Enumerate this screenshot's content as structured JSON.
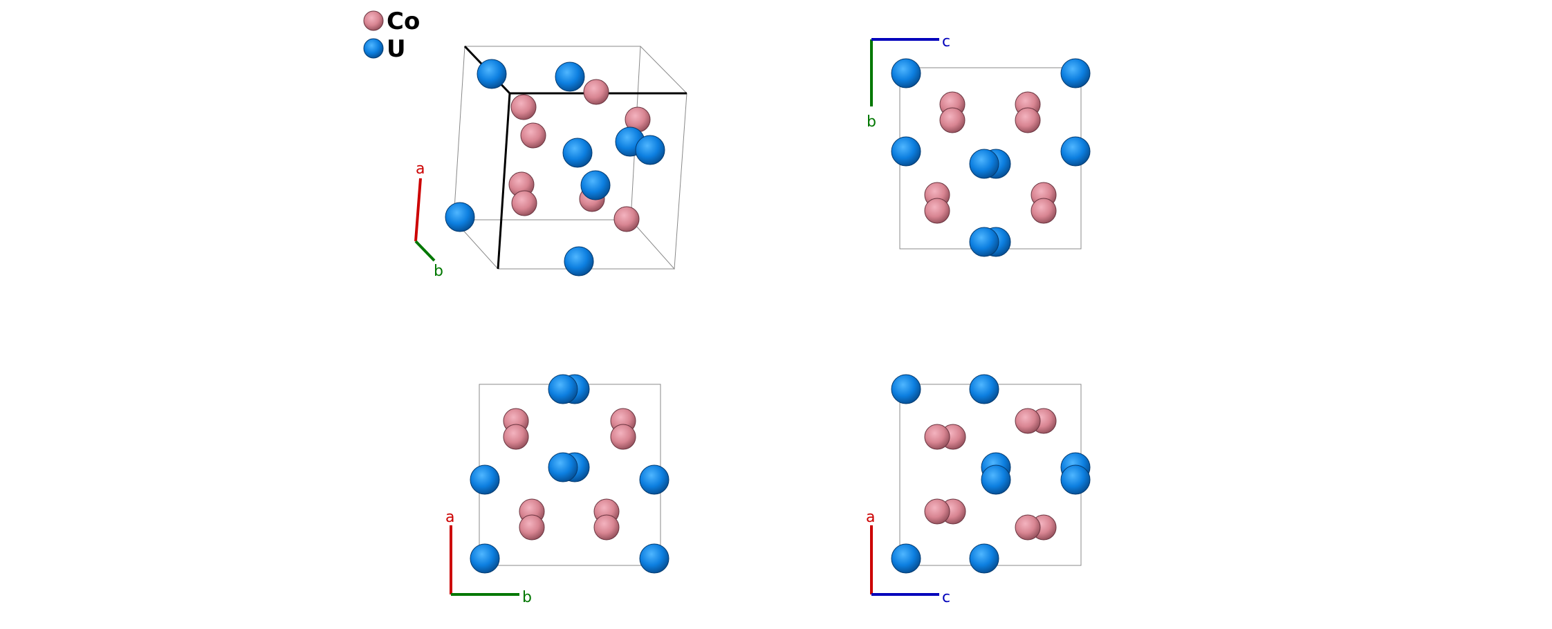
{
  "legend": [
    {
      "element": "Co",
      "color": "#e08a98"
    },
    {
      "element": "U",
      "color": "#1a86e6"
    }
  ],
  "axes": {
    "a": {
      "label": "a",
      "color": "#cc0000"
    },
    "b": {
      "label": "b",
      "color": "#007700"
    },
    "c": {
      "label": "c",
      "color": "#0000bb"
    }
  },
  "views": [
    {
      "name": "perspective-view",
      "axes": [
        "a",
        "b"
      ]
    },
    {
      "name": "view-b-c",
      "axes": [
        "b",
        "c"
      ]
    },
    {
      "name": "view-a-b",
      "axes": [
        "a",
        "b"
      ]
    },
    {
      "name": "view-a-c",
      "axes": [
        "a",
        "c"
      ]
    }
  ]
}
